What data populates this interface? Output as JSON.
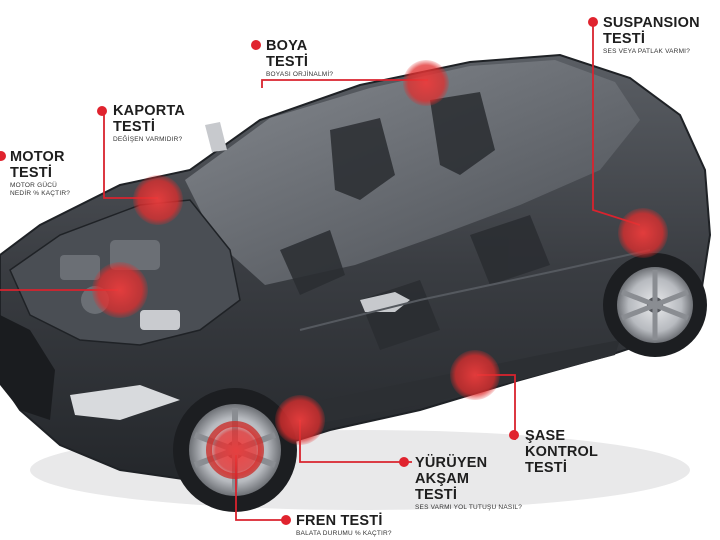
{
  "colors": {
    "accent": "#e0232e",
    "car_body": "#3a3d42",
    "background": "#ffffff"
  },
  "labels": {
    "boya": {
      "title": "BOYA\nTESTİ",
      "sub": "BOYASI ORJİNALMİ?"
    },
    "suspansion": {
      "title": "SUSPANSION\nTESTİ",
      "sub": "SES VEYA PATLAK VARMI?"
    },
    "kaporta": {
      "title": "KAPORTA\nTESTİ",
      "sub": "DEĞİŞEN VARMIDIR?"
    },
    "motor": {
      "title": "MOTOR\nTESTİ",
      "sub": "MOTOR GÜCÜ\nNEDİR % KAÇTIR?"
    },
    "sase": {
      "title": "ŞASE\nKONTROL\nTESTİ",
      "sub": ""
    },
    "yuruyen": {
      "title": "YÜRÜYEN\nAKŞAM\nTESTİ",
      "sub": "SES VARMI YOL TUTUŞU NASIL?"
    },
    "fren": {
      "title": "FREN TESTİ",
      "sub": "BALATA DURUMU % KAÇTIR?"
    }
  }
}
